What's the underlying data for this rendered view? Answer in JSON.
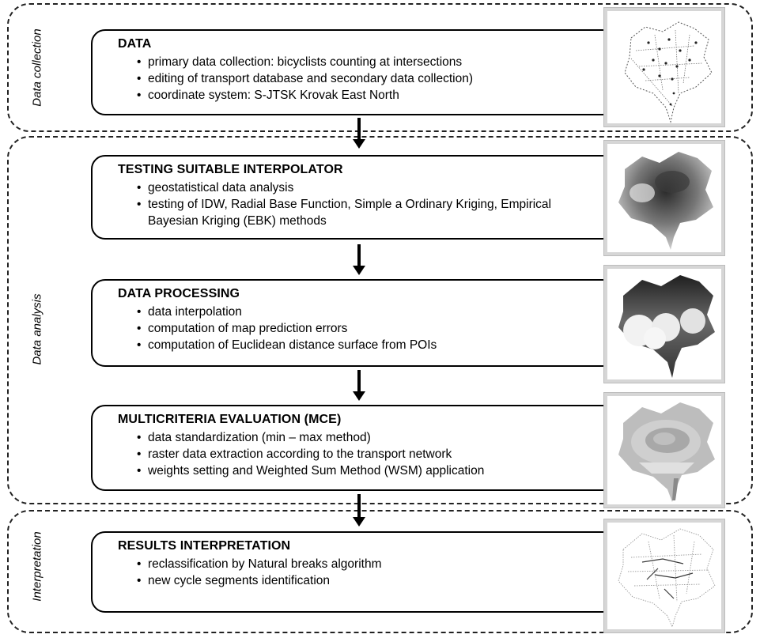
{
  "groups": {
    "collection": "Data collection",
    "analysis": "Data analysis",
    "interpretation": "Interpretation"
  },
  "steps": [
    {
      "title": "DATA",
      "bullets": [
        "primary data collection: bicyclists counting at intersections",
        "editing of transport database and secondary data collection)",
        "coordinate system: S-JTSK Krovak East North"
      ]
    },
    {
      "title": "TESTING SUITABLE INTERPOLATOR",
      "bullets": [
        "geostatistical data analysis",
        "testing of IDW, Radial Base Function, Simple a Ordinary Kriging, Empirical Bayesian Kriging (EBK) methods"
      ]
    },
    {
      "title": "DATA PROCESSING",
      "bullets": [
        "data interpolation",
        "computation of map prediction errors",
        "computation of Euclidean distance surface from POIs"
      ]
    },
    {
      "title": "MULTICRITERIA EVALUATION (MCE)",
      "bullets": [
        "data standardization (min – max method)",
        "raster data extraction according to the transport network",
        "weights setting and Weighted Sum Method (WSM) application"
      ]
    },
    {
      "title": "RESULTS INTERPRETATION",
      "bullets": [
        "reclassification by Natural breaks algorithm",
        "new cycle segments identification"
      ]
    }
  ],
  "thumbnails": [
    {
      "icon": "road-network-points-map-icon"
    },
    {
      "icon": "interpolation-surface-map-icon"
    },
    {
      "icon": "prediction-error-map-icon"
    },
    {
      "icon": "mce-suitability-map-icon"
    },
    {
      "icon": "cycle-segments-network-map-icon"
    }
  ],
  "colors": {
    "line": "#000000",
    "thumb_border": "#d6d6d6"
  }
}
